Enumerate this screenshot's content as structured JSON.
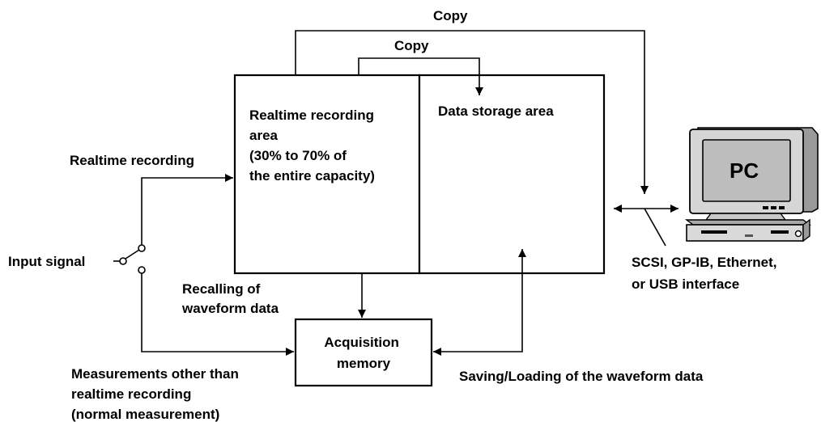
{
  "labels": {
    "copy_top": "Copy",
    "copy_inner": "Copy",
    "realtime_area_lines": [
      "Realtime recording",
      "area",
      "(30% to 70% of",
      "the entire capacity)"
    ],
    "data_storage_area": "Data storage area",
    "pc": "PC",
    "realtime_recording": "Realtime recording",
    "input_signal": "Input signal",
    "recalling_lines": [
      "Recalling of",
      "waveform data"
    ],
    "acquisition_memory_lines": [
      "Acquisition",
      "memory"
    ],
    "interface_lines": [
      "SCSI, GP-IB, Ethernet,",
      "or USB interface"
    ],
    "normal_measurement_lines": [
      "Measurements other than",
      "realtime recording",
      "(normal measurement)"
    ],
    "saving_loading": "Saving/Loading of the waveform data"
  }
}
